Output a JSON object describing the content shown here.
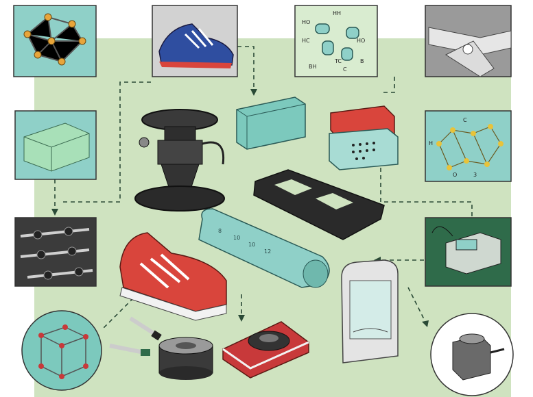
{
  "colors": {
    "background": "#ffffff",
    "panel": "#cfe3c0",
    "teal": "#8fd0c8",
    "teal_dark": "#4a9a94",
    "red": "#d9453c",
    "dark": "#2e2e2e",
    "gray_tile": "#cfcfcf",
    "dark_tile": "#3b3b3b",
    "green_tile": "#2f6b4a",
    "line": "#2a4a36"
  },
  "labels": {
    "molecule_top": [
      "HO",
      "HH",
      "HC",
      "HO",
      "BH",
      "TC",
      "C",
      "B"
    ],
    "ruler_numbers": [
      "8",
      "10",
      "10",
      "12"
    ],
    "molecule_right": [
      "H",
      "C",
      "O",
      "3"
    ]
  },
  "icons": [
    "crystal-lattice-icon",
    "sneaker-icon",
    "molecule-icon",
    "mechanism-icon",
    "foam-block-icon",
    "metal-rods-icon",
    "molecule-network-icon",
    "circuit-module-icon",
    "lattice-cube-icon",
    "valve-part-icon"
  ]
}
